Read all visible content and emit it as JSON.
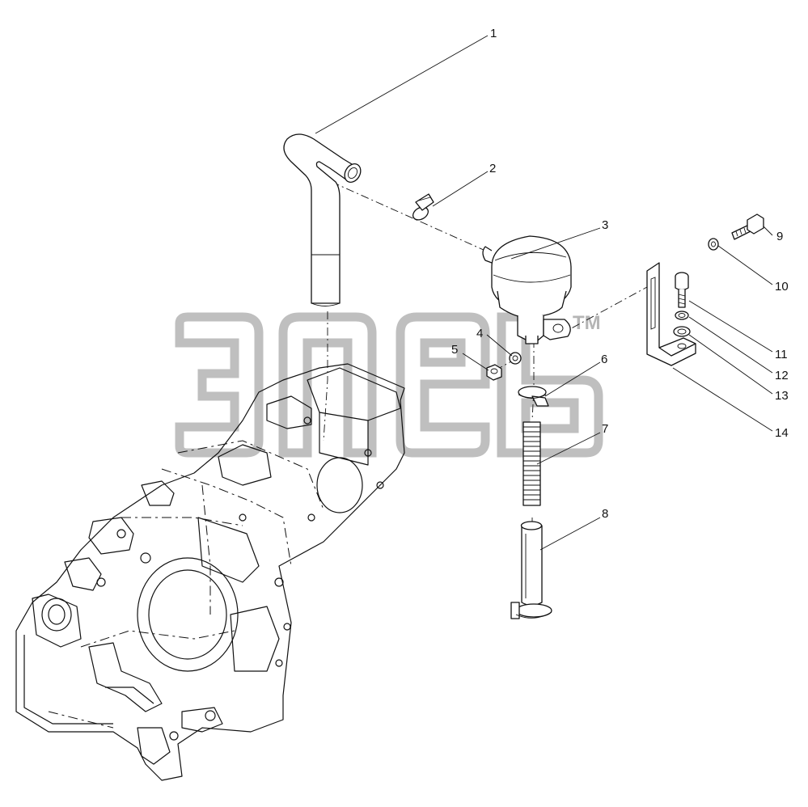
{
  "diagram": {
    "watermark": {
      "mark": "TM"
    },
    "parts": [
      {
        "id": "part-1",
        "number": "1"
      },
      {
        "id": "part-2",
        "number": "2"
      },
      {
        "id": "part-3",
        "number": "3"
      },
      {
        "id": "part-4",
        "number": "4"
      },
      {
        "id": "part-5",
        "number": "5"
      },
      {
        "id": "part-6",
        "number": "6"
      },
      {
        "id": "part-7",
        "number": "7"
      },
      {
        "id": "part-8",
        "number": "8"
      },
      {
        "id": "part-9",
        "number": "9"
      },
      {
        "id": "part-10",
        "number": "10"
      },
      {
        "id": "part-11",
        "number": "11"
      },
      {
        "id": "part-12",
        "number": "12"
      },
      {
        "id": "part-13",
        "number": "13"
      },
      {
        "id": "part-14",
        "number": "14"
      }
    ]
  }
}
